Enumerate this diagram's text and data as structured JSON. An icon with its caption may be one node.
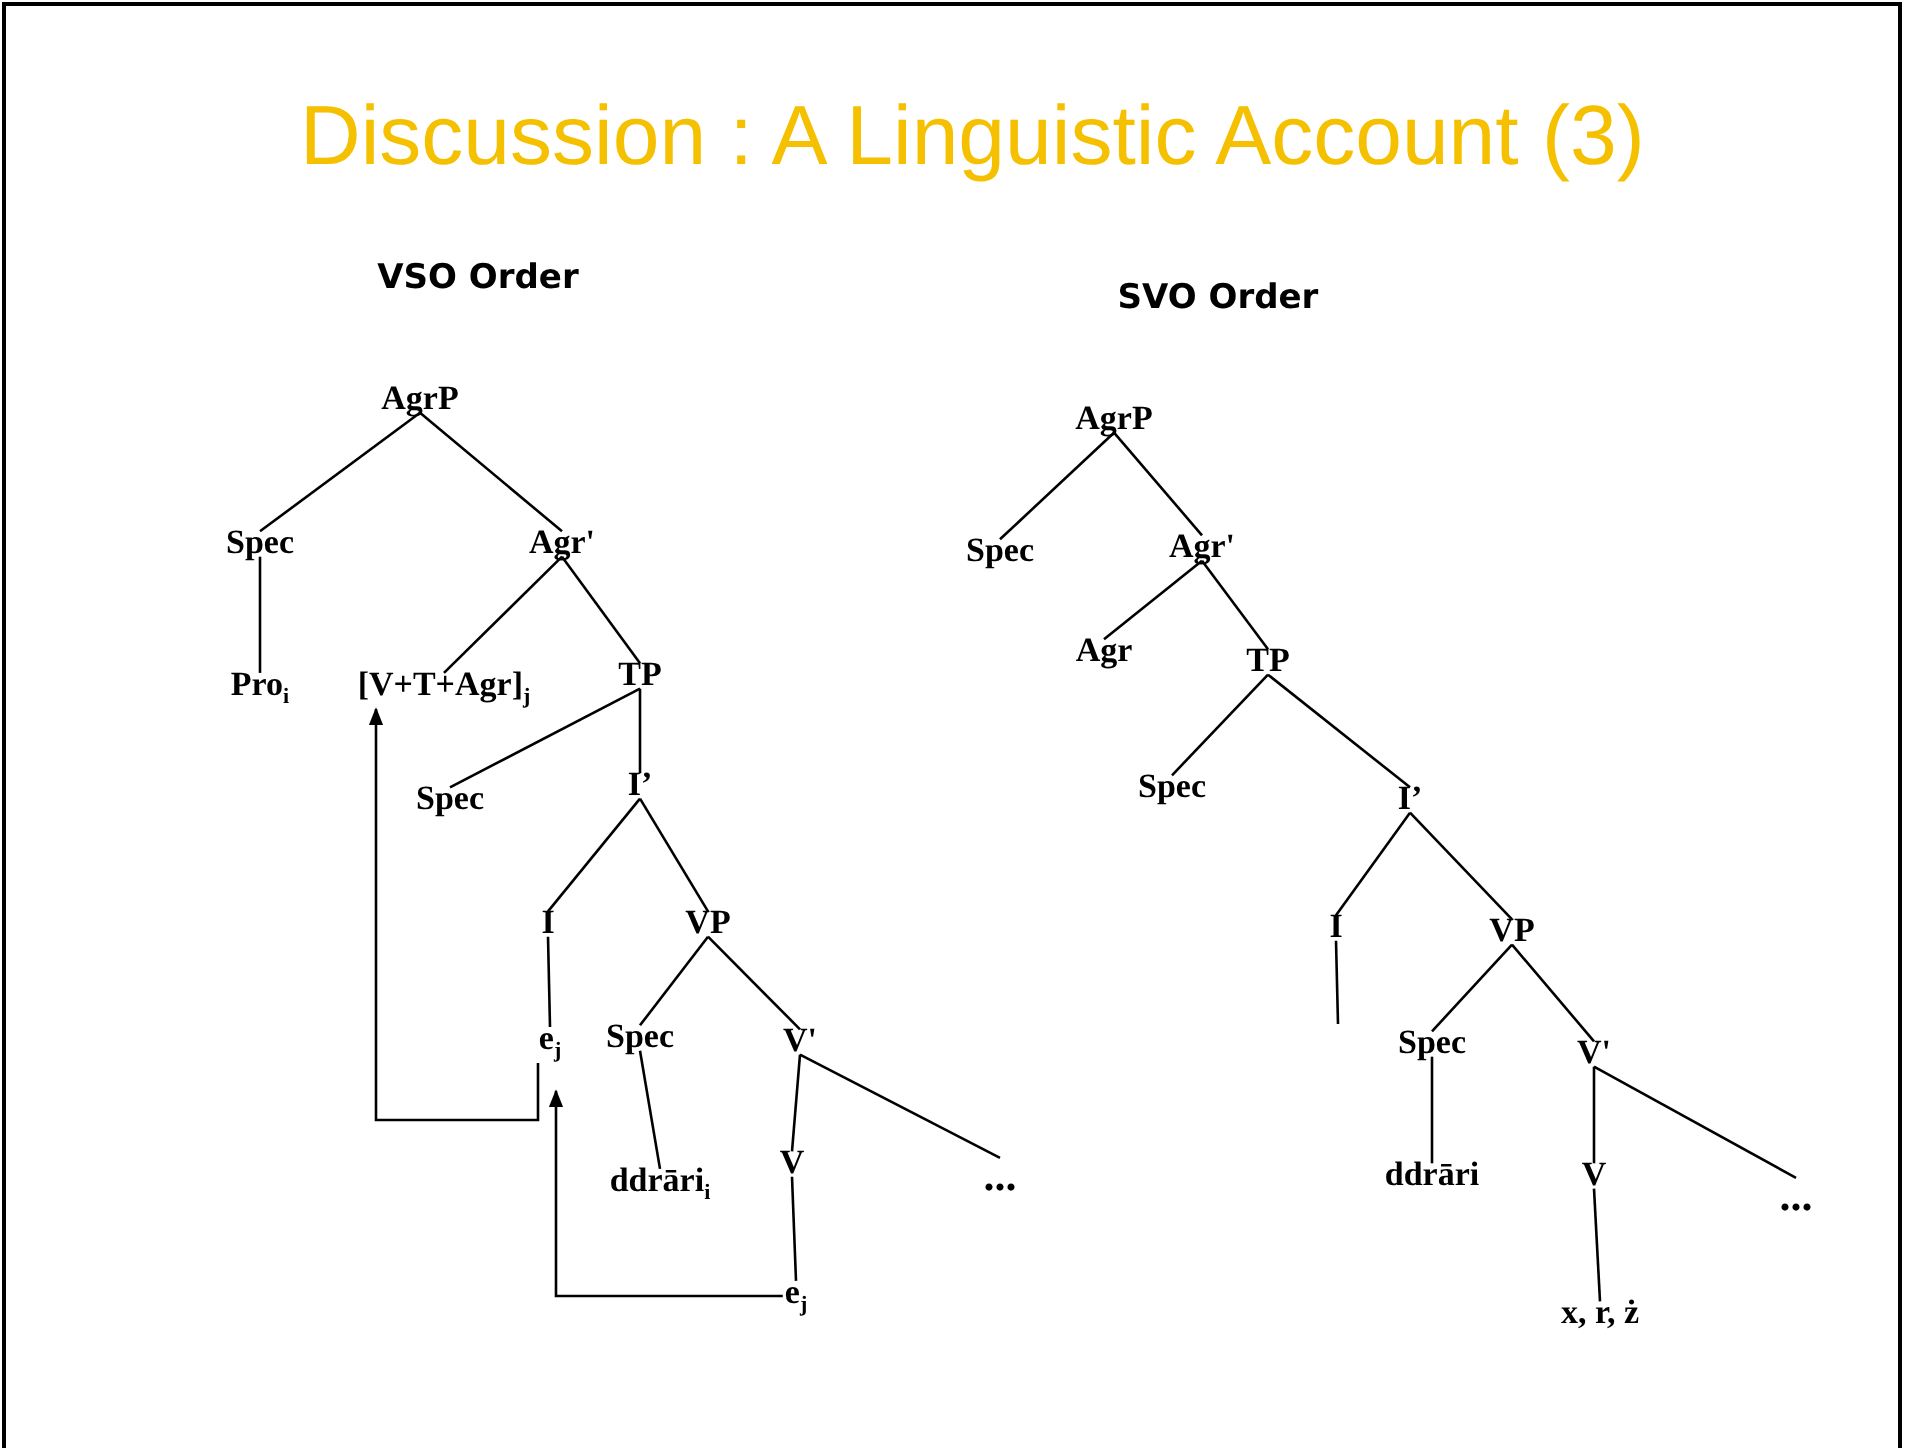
{
  "diagram": {
    "title": "Discussion : A Linguistic Account (3)",
    "nodes": [
      {
        "text": [
          "AgrP"
        ]
      },
      {
        "text": [
          "Spec"
        ]
      },
      {
        "text": [
          "Agr'"
        ]
      },
      {
        "text": [
          "Pro$_{i}$"
        ]
      },
      {
        "text": [
          "[V+T+Agr]$_{j}$"
        ]
      },
      {
        "text": [
          "TP"
        ]
      },
      {
        "text": [
          "Spec"
        ]
      },
      {
        "text": [
          "I’"
        ]
      },
      {
        "text": [
          "I"
        ]
      },
      {
        "text": [
          "VP"
        ]
      },
      {
        "text": [
          "e$_{j}$"
        ]
      },
      {
        "text": [
          "Spec"
        ]
      },
      {
        "text": [
          "V'"
        ]
      },
      {
        "text": [
          "ddrāri$_{i}$"
        ]
      },
      {
        "text": [
          "V"
        ]
      },
      {
        "text": [
          "..."
        ]
      },
      {
        "text": [
          "e$_{j}$"
        ]
      },
      {
        "text": [
          "AgrP"
        ]
      },
      {
        "text": [
          "Spec"
        ]
      },
      {
        "text": [
          "Agr'"
        ]
      },
      {
        "text": [
          "Agr"
        ]
      },
      {
        "text": [
          "TP"
        ]
      },
      {
        "text": [
          "Spec"
        ]
      },
      {
        "text": [
          "I’"
        ]
      },
      {
        "text": [
          "I"
        ]
      },
      {
        "text": [
          "VP"
        ]
      },
      {
        "text": [
          "Spec"
        ]
      },
      {
        "text": [
          "V'"
        ]
      },
      {
        "text": [
          "ddrāri"
        ]
      },
      {
        "text": [
          "V"
        ]
      },
      {
        "text": [
          "..."
        ]
      },
      {
        "text": [
          "x, r, ż"
        ]
      }
    ],
    "edges": [
      {
        "from": 0,
        "to": 1,
        "arrow": "none"
      },
      {
        "from": 0,
        "to": 2,
        "arrow": "none"
      },
      {
        "from": 1,
        "to": 3,
        "arrow": "none"
      },
      {
        "from": 2,
        "to": 4,
        "arrow": "none"
      },
      {
        "from": 2,
        "to": 5,
        "arrow": "none"
      },
      {
        "from": 5,
        "to": 6,
        "arrow": "none"
      },
      {
        "from": 5,
        "to": 7,
        "arrow": "none"
      },
      {
        "from": 7,
        "to": 8,
        "arrow": "none"
      },
      {
        "from": 7,
        "to": 9,
        "arrow": "none"
      },
      {
        "from": 8,
        "to": 10,
        "arrow": "none"
      },
      {
        "from": 9,
        "to": 11,
        "arrow": "none"
      },
      {
        "from": 9,
        "to": 12,
        "arrow": "none"
      },
      {
        "from": 11,
        "to": 13,
        "arrow": "none"
      },
      {
        "from": 12,
        "to": 14,
        "arrow": "none"
      },
      {
        "from": 12,
        "to": 15,
        "arrow": "none"
      },
      {
        "from": 14,
        "to": 16,
        "arrow": "none"
      },
      {
        "from": 16,
        "to": 10,
        "arrow": "to"
      },
      {
        "from": 10,
        "to": 4,
        "arrow": "to"
      },
      {
        "from": 17,
        "to": 18,
        "arrow": "none"
      },
      {
        "from": 17,
        "to": 19,
        "arrow": "none"
      },
      {
        "from": 19,
        "to": 20,
        "arrow": "none"
      },
      {
        "from": 19,
        "to": 21,
        "arrow": "none"
      },
      {
        "from": 21,
        "to": 22,
        "arrow": "none"
      },
      {
        "from": 21,
        "to": 23,
        "arrow": "none"
      },
      {
        "from": 23,
        "to": 24,
        "arrow": "none"
      },
      {
        "from": 23,
        "to": 25,
        "arrow": "none"
      },
      {
        "from": 24,
        "to": null,
        "arrow": "none"
      },
      {
        "from": 25,
        "to": 26,
        "arrow": "none"
      },
      {
        "from": 25,
        "to": 27,
        "arrow": "none"
      },
      {
        "from": 26,
        "to": 28,
        "arrow": "none"
      },
      {
        "from": 27,
        "to": 29,
        "arrow": "none"
      },
      {
        "from": 27,
        "to": 30,
        "arrow": "none"
      },
      {
        "from": 29,
        "to": 31,
        "arrow": "none"
      }
    ],
    "labels": [
      "VSO Order",
      "SVO Order"
    ]
  }
}
